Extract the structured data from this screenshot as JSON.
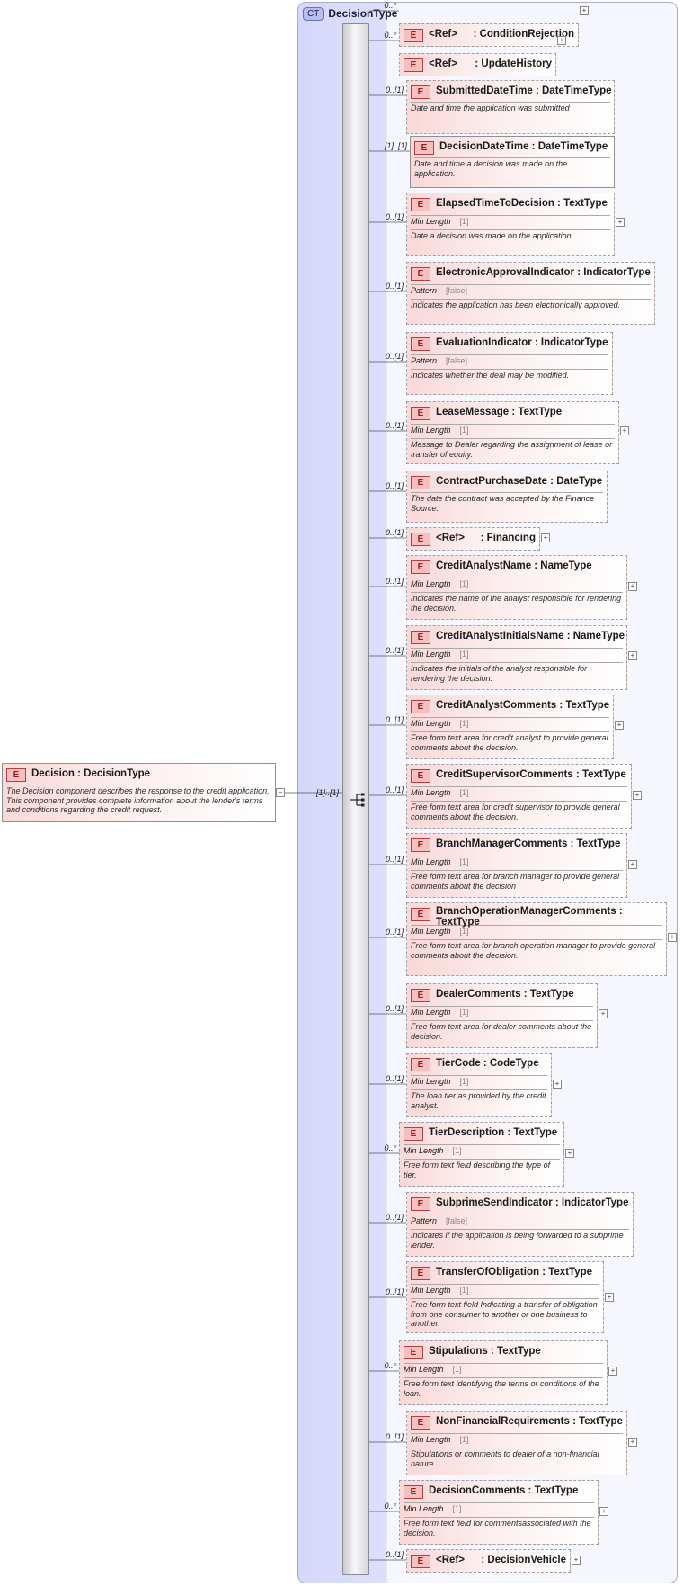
{
  "complex_type": {
    "badge": "CT",
    "name": "DecisionType"
  },
  "root": {
    "badge": "E",
    "name": "Decision : DecisionType",
    "desc": "The Decision component describes the response to the credit application. This component provides complete information about the lender's terms and conditions regarding the credit request.",
    "cardinality": "[1]..[1]"
  },
  "elements": [
    {
      "card": "0..*",
      "name": "<Ref>",
      "type": ": ConditionRejection",
      "ref": true,
      "plus": true
    },
    {
      "card": "0..*",
      "name": "<Ref>",
      "type": ": UpdateHistory",
      "ref": true,
      "plus": true
    },
    {
      "card": "0..[1]",
      "name": "SubmittedDateTime : DateTimeType",
      "desc": "Date and time the application was submitted"
    },
    {
      "card": "[1]..[1]",
      "name": "DecisionDateTime : DateTimeType",
      "desc": "Date and time a decision was made on the application.",
      "solid": true
    },
    {
      "card": "0..[1]",
      "name": "ElapsedTimeToDecision : TextType",
      "facet": "Min Length",
      "fval": "[1]",
      "desc": "Date a decision was made on the application.",
      "plus": true
    },
    {
      "card": "0..[1]",
      "name": "ElectronicApprovalIndicator : IndicatorType",
      "facet": "Pattern",
      "fval": "[false]",
      "desc": "Indicates the application has been electronically approved."
    },
    {
      "card": "0..[1]",
      "name": "EvaluationIndicator : IndicatorType",
      "facet": "Pattern",
      "fval": "[false]",
      "desc": "Indicates whether the deal may be modified."
    },
    {
      "card": "0..[1]",
      "name": "LeaseMessage : TextType",
      "facet": "Min Length",
      "fval": "[1]",
      "desc": "Message to Dealer regarding the assignment of lease or transfer of equity.",
      "plus": true
    },
    {
      "card": "0..[1]",
      "name": "ContractPurchaseDate : DateType",
      "desc": "The date the contract was accepted by the Finance Source."
    },
    {
      "card": "0..[1]",
      "name": "<Ref>",
      "type": ": Financing",
      "ref": true,
      "plus": true
    },
    {
      "card": "0..[1]",
      "name": "CreditAnalystName : NameType",
      "facet": "Min Length",
      "fval": "[1]",
      "desc": "Indicates the name of the analyst responsible for rendering the decision.",
      "plus": true
    },
    {
      "card": "0..[1]",
      "name": "CreditAnalystInitialsName : NameType",
      "facet": "Min Length",
      "fval": "[1]",
      "desc": "Indicates the initials of the analyst responsible for rendering the decision.",
      "plus": true
    },
    {
      "card": "0..[1]",
      "name": "CreditAnalystComments : TextType",
      "facet": "Min Length",
      "fval": "[1]",
      "desc": "Free form text area for credit analyst to provide general comments about the decision.",
      "plus": true
    },
    {
      "card": "0..[1]",
      "name": "CreditSupervisorComments : TextType",
      "facet": "Min Length",
      "fval": "[1]",
      "desc": "Free form text area for credit supervisor to provide general comments about the decision.",
      "plus": true
    },
    {
      "card": "0..[1]",
      "name": "BranchManagerComments : TextType",
      "facet": "Min Length",
      "fval": "[1]",
      "desc": "Free form text area for branch manager to provide general comments about the decision",
      "plus": true
    },
    {
      "card": "0..[1]",
      "name": "BranchOperationManagerComments : TextType",
      "facet": "Min Length",
      "fval": "[1]",
      "desc": "Free form text area for branch operation manager to provide general comments about the decision.",
      "plus": true,
      "wrap": true
    },
    {
      "card": "0..[1]",
      "name": "DealerComments : TextType",
      "facet": "Min Length",
      "fval": "[1]",
      "desc": "Free form text area for dealer comments about the decision.",
      "plus": true
    },
    {
      "card": "0..[1]",
      "name": "TierCode : CodeType",
      "facet": "Min Length",
      "fval": "[1]",
      "desc": "The loan tier as provided by the credit analyst.",
      "plus": true
    },
    {
      "card": "0..*",
      "name": "TierDescription : TextType",
      "facet": "Min Length",
      "fval": "[1]",
      "desc": "Free form text field describing the type of tier.",
      "plus": true
    },
    {
      "card": "0..[1]",
      "name": "SubprimeSendIndicator : IndicatorType",
      "facet": "Pattern",
      "fval": "[false]",
      "desc": "Indicates if the application is being forwarded to a subprime lender."
    },
    {
      "card": "0..[1]",
      "name": "TransferOfObligation : TextType",
      "facet": "Min Length",
      "fval": "[1]",
      "desc": "Free form text field Indicating a transfer of obligation from one consumer to another or one business to another.",
      "plus": true
    },
    {
      "card": "0..*",
      "name": "Stipulations : TextType",
      "facet": "Min Length",
      "fval": "[1]",
      "desc": "Free form text identifying the terms or conditions of the loan.",
      "plus": true
    },
    {
      "card": "0..[1]",
      "name": "NonFinancialRequirements : TextType",
      "facet": "Min Length",
      "fval": "[1]",
      "desc": "Stipulations or comments to dealer of a non-financial nature.",
      "plus": true
    },
    {
      "card": "0..*",
      "name": "DecisionComments : TextType",
      "facet": "Min Length",
      "fval": "[1]",
      "desc": "Free form text field for commentsassociated with the decision.",
      "plus": true
    },
    {
      "card": "0..[1]",
      "name": "<Ref>",
      "type": ": DecisionVehicle",
      "ref": true,
      "plus": true
    }
  ]
}
